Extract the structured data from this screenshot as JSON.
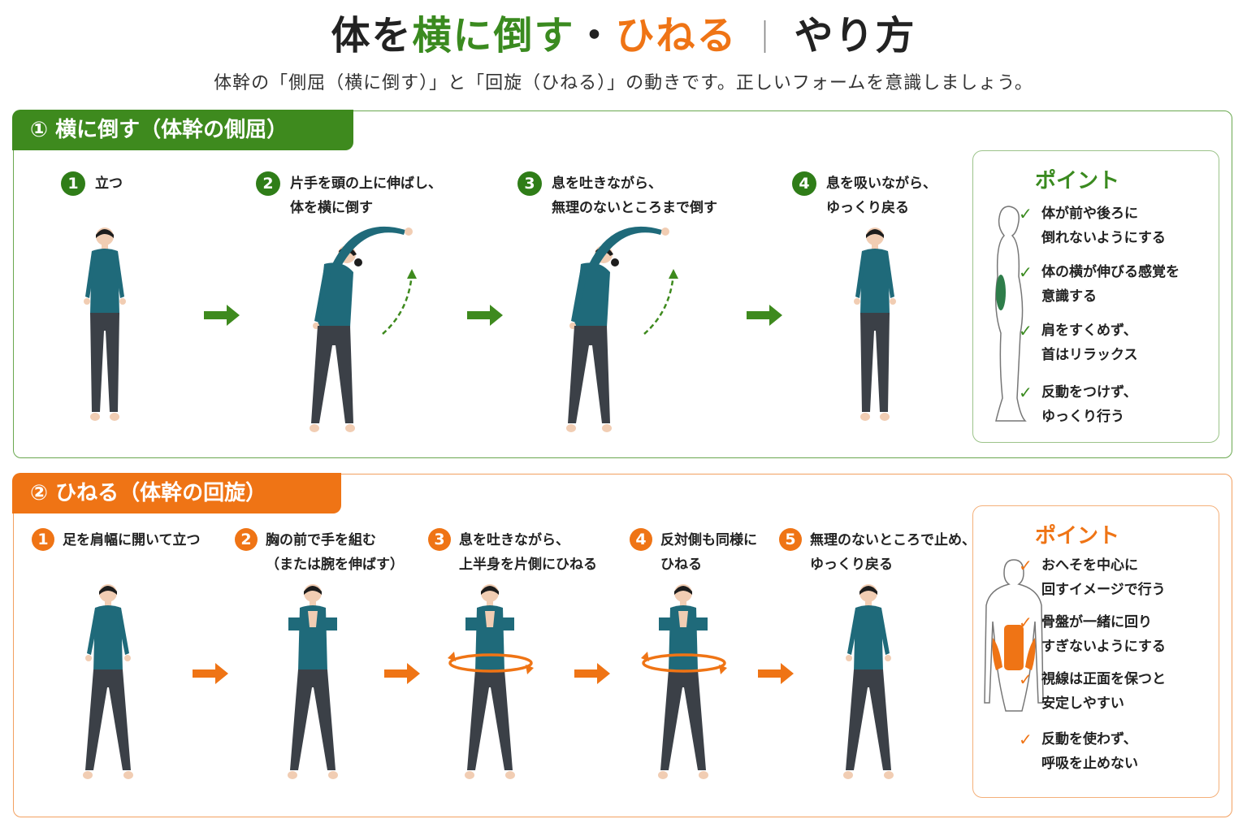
{
  "header": {
    "title_part1": "体を",
    "title_part2": "横に倒す",
    "title_part3": "・",
    "title_part4": "ひねる",
    "title_sep": "｜",
    "title_part5": "やり方",
    "subtitle": "体幹の「側屈（横に倒す）」と「回旋（ひねる）」の動きです。正しいフォームを意識しましょう。"
  },
  "section1": {
    "tab": "① 横に倒す（体幹の側屈）",
    "steps": [
      {
        "num": "1",
        "line1": "立つ",
        "line2": ""
      },
      {
        "num": "2",
        "line1": "片手を頭の上に伸ばし、",
        "line2": "体を横に倒す"
      },
      {
        "num": "3",
        "line1": "息を吐きながら、",
        "line2": "無理のないところまで倒す"
      },
      {
        "num": "4",
        "line1": "息を吸いながら、",
        "line2": "ゆっくり戻る"
      }
    ],
    "point": {
      "heading": "ポイント",
      "items": [
        {
          "line1": "体が前や後ろに",
          "line2": "倒れないようにする"
        },
        {
          "line1": "体の横が伸びる感覚を",
          "line2": "意識する"
        },
        {
          "line1": "肩をすくめず、",
          "line2": "首はリラックス"
        },
        {
          "line1": "反動をつけず、",
          "line2": "ゆっくり行う"
        }
      ]
    }
  },
  "section2": {
    "tab": "② ひねる（体幹の回旋）",
    "steps": [
      {
        "num": "1",
        "line1": "足を肩幅に開いて立つ",
        "line2": ""
      },
      {
        "num": "2",
        "line1": "胸の前で手を組む",
        "line2": "（または腕を伸ばす）"
      },
      {
        "num": "3",
        "line1": "息を吐きながら、",
        "line2": "上半身を片側にひねる"
      },
      {
        "num": "4",
        "line1": "反対側も同様に",
        "line2": "ひねる"
      },
      {
        "num": "5",
        "line1": "無理のないところで止め、",
        "line2": "ゆっくり戻る"
      }
    ],
    "point": {
      "heading": "ポイント",
      "items": [
        {
          "line1": "おへそを中心に",
          "line2": "回すイメージで行う"
        },
        {
          "line1": "骨盤が一緒に回り",
          "line2": "すぎないようにする"
        },
        {
          "line1": "視線は正面を保つと",
          "line2": "安定しやすい"
        },
        {
          "line1": "反動を使わず、",
          "line2": "呼吸を止めない"
        }
      ]
    }
  },
  "colors": {
    "green": "#3a8a1f",
    "orange": "#ef7415",
    "shirt": "#1f6a7a",
    "leggings": "#3b4047"
  },
  "icons": {
    "check": "✓",
    "arrow": "arrow-right-icon"
  }
}
